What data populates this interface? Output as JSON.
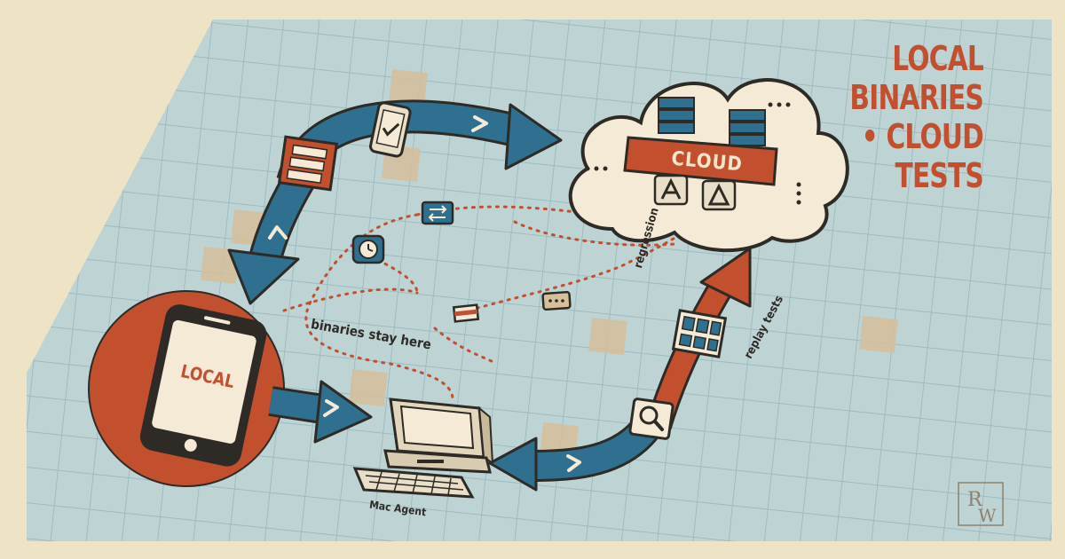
{
  "title": {
    "line1": "LOCAL",
    "line2": "BINARIES",
    "line3": "• CLOUD",
    "line4": "TESTS"
  },
  "nodes": {
    "cloud_label": "CLOUD",
    "local_label": "LOCAL",
    "mac_agent_label": "Mac Agent"
  },
  "annotations": {
    "binaries_stay_here": "binaries stay here",
    "regression": "regression",
    "replay_tests": "replay tests"
  },
  "colors": {
    "background": "#efe3c6",
    "grid_panel": "#bdd3d4",
    "grid_line": "#93b3bc",
    "accent_orange": "#c2502e",
    "accent_blue": "#2f6f8f",
    "ink": "#2e2a25",
    "cream": "#f4ead5"
  },
  "icons": [
    "phone-check-icon",
    "server-icon",
    "sync-icon",
    "clock-icon",
    "card-icon",
    "ticket-icon",
    "film-strip-icon",
    "magnifier-icon",
    "app-a-icon",
    "app-triangle-icon",
    "monogram-logo"
  ]
}
